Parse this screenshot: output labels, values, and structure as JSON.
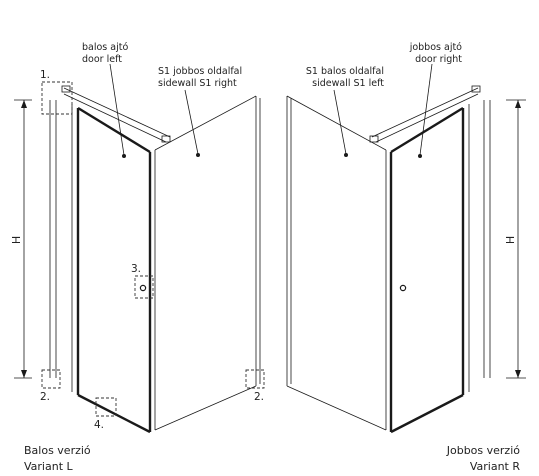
{
  "left_variant": {
    "door_label_hu": "balos ajtó",
    "door_label_en": "door left",
    "side_label_hu": "S1 jobbos oldalfal",
    "side_label_en": "sidewall S1 right",
    "caption_hu": "Balos verzió",
    "caption_en": "Variant L",
    "height_label": "H",
    "callouts": [
      "1.",
      "2.",
      "3.",
      "2.",
      "4."
    ]
  },
  "right_variant": {
    "door_label_hu": "jobbos ajtó",
    "door_label_en": "door right",
    "side_label_hu": "S1 balos oldalfal",
    "side_label_en": "sidewall S1 left",
    "caption_hu": "Jobbos verzió",
    "caption_en": "Variant R",
    "height_label": "H"
  },
  "colors": {
    "line": "#1a1a1a",
    "text": "#222222",
    "background": "#ffffff"
  }
}
